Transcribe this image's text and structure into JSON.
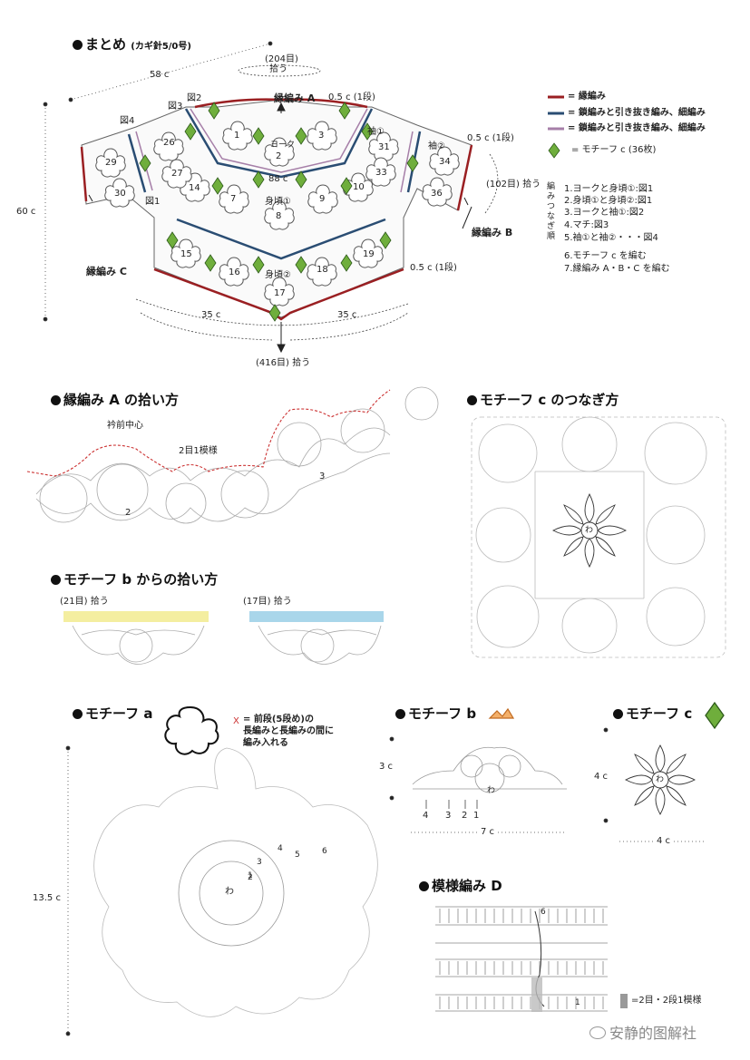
{
  "summary": {
    "title": "まとめ",
    "hook": "(カギ針5/0号)",
    "top_width": "58 c",
    "top_pick": "(204目)",
    "top_pick2": "拾う",
    "height": "60 c",
    "border_a": "縁編み A",
    "half_cm_1": "0.5 c (1段)",
    "half_cm_2": "0.5 c (1段)",
    "half_cm_3": "0.5 c (1段)",
    "fig2": "図2",
    "fig3": "図3",
    "fig4": "図4",
    "fig1": "図1",
    "yoke": "ヨーク",
    "yoke_count": "88 c",
    "sleeve1": "袖①",
    "sleeve2": "袖②",
    "body1": "身頃①",
    "body2": "身頃②",
    "pick_102": "(102目) 拾う",
    "border_b": "縁編み B",
    "border_c": "縁編み C",
    "w35a": "35 c",
    "w35b": "35 c",
    "bottom_pick": "(416目) 拾う",
    "motif_numbers": [
      "1",
      "2",
      "3",
      "7",
      "8",
      "9",
      "10",
      "14",
      "15",
      "16",
      "17",
      "18",
      "19",
      "26",
      "27",
      "29",
      "30",
      "31",
      "33",
      "34",
      "36"
    ]
  },
  "legend": {
    "red": "= 縁編み",
    "blue": "= 鎖編みと引き抜き編み、細編み",
    "purple": "= 鎖編みと引き抜き編み、細編み",
    "motif": "= モチーフ c (36枚)",
    "colors": {
      "red": "#9a1f22",
      "blue": "#2a4d73",
      "purple": "#a67fa8",
      "green": "#6fae3c"
    }
  },
  "steps": {
    "label": "編みつなぎ順",
    "items": [
      "1.ヨークと身頃①:図1",
      "2.身頃①と身頃②:図1",
      "3.ヨークと袖①:図2",
      "4.マチ:図3",
      "5.袖①と袖②・・・図4",
      "6.モチーフ c を編む",
      "7.縁編み A・B・C を編む"
    ]
  },
  "sectionA": {
    "title": "縁編み A の拾い方",
    "center": "衿前中心",
    "repeat": "2目1模様",
    "n2": "2",
    "n3": "3"
  },
  "sectionJoin": {
    "title": "モチーフ c のつなぎ方",
    "wa": "わ"
  },
  "sectionB": {
    "title": "モチーフ b からの拾い方",
    "pick21": "(21目) 拾う",
    "pick17": "(17目) 拾う"
  },
  "motifA": {
    "title": "モチーフ a",
    "note1": "= 前段(5段め)の",
    "note2": "長編みと長編みの間に",
    "note3": "編み入れる",
    "mark": "X",
    "height": "13.5 c",
    "wa": "わ",
    "rows": [
      "1",
      "2",
      "3",
      "4",
      "5",
      "6"
    ]
  },
  "motifB": {
    "title": "モチーフ b",
    "height": "3 c",
    "width": "7 c",
    "wa": "わ",
    "rows": [
      "4",
      "3",
      "2",
      "1"
    ]
  },
  "motifC": {
    "title": "モチーフ c",
    "h": "4 c",
    "w": "4 c",
    "wa": "わ"
  },
  "patternD": {
    "title": "模様編み D",
    "six": "6",
    "one": "1",
    "repeat": "=2目・2段1模様"
  },
  "watermark": "安静的图解社"
}
